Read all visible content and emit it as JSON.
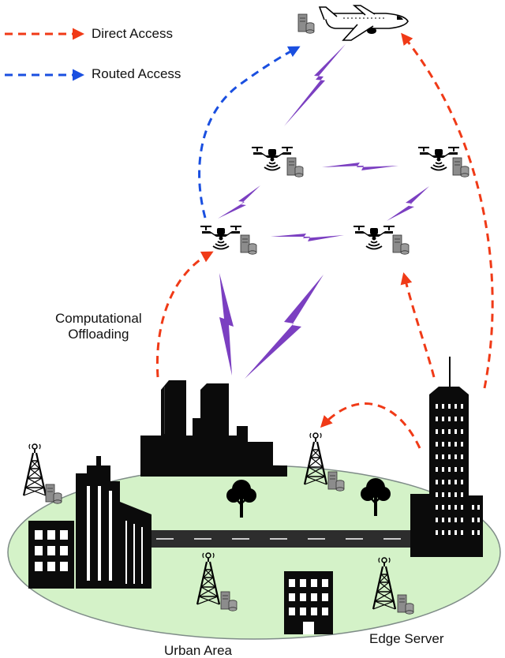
{
  "legend": {
    "direct_label": "Direct Access",
    "routed_label": "Routed Access",
    "direct_color": "#f03a17",
    "routed_color": "#1a4fe0"
  },
  "labels": {
    "offloading_line1": "Computational",
    "offloading_line2": "Offloading",
    "urban_area": "Urban Area",
    "edge_server": "Edge Server"
  },
  "colors": {
    "wireless_link": "#7b3fc1",
    "ground": "#d4f2c8",
    "ground_stroke": "#7f8c88",
    "silhouette": "#0b0b0b",
    "server": "#8c8c8c"
  },
  "icons": [
    "airplane-icon",
    "drone-icon",
    "server-icon",
    "tower-icon",
    "tree-icon",
    "building-icon",
    "lightning-icon"
  ]
}
